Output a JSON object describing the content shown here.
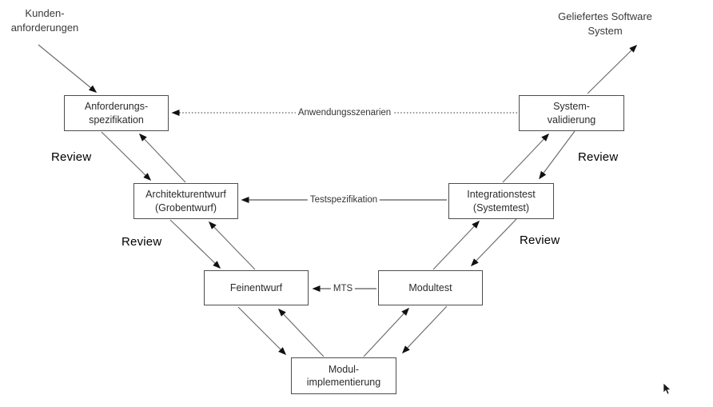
{
  "diagram_type": "v-model-software-process",
  "inputs": {
    "customer_requirements": {
      "line1": "Kunden-",
      "line2": "anforderungen"
    },
    "delivered_system": {
      "line1": "Geliefertes Software",
      "line2": "System"
    }
  },
  "nodes": {
    "anforderungsspezifikation": {
      "line1": "Anforderungs-",
      "line2": "spezifikation"
    },
    "systemvalidierung": {
      "line1": "System-",
      "line2": "validierung"
    },
    "architekturentwurf": {
      "line1": "Architekturentwurf",
      "line2": "(Grobentwurf)"
    },
    "integrationstest": {
      "line1": "Integrationstest",
      "line2": "(Systemtest)"
    },
    "feinentwurf": {
      "line1": "Feinentwurf"
    },
    "modultest": {
      "line1": "Modultest"
    },
    "modulimplementierung": {
      "line1": "Modul-",
      "line2": "implementierung"
    }
  },
  "edge_labels": {
    "anwendungsszenarien": "Anwendungsszenarien",
    "testspezifikation": "Testspezifikation",
    "mts": "MTS"
  },
  "review": {
    "label": "Review"
  },
  "colors": {
    "background": "#ffffff",
    "box_border": "#4d4d4d",
    "box_text": "#2b2b2b",
    "diagonal_line": "#6e6e6e",
    "horizontal_line": "#2e2e2e",
    "arrowhead": "#111111",
    "review_text": "#000000"
  }
}
